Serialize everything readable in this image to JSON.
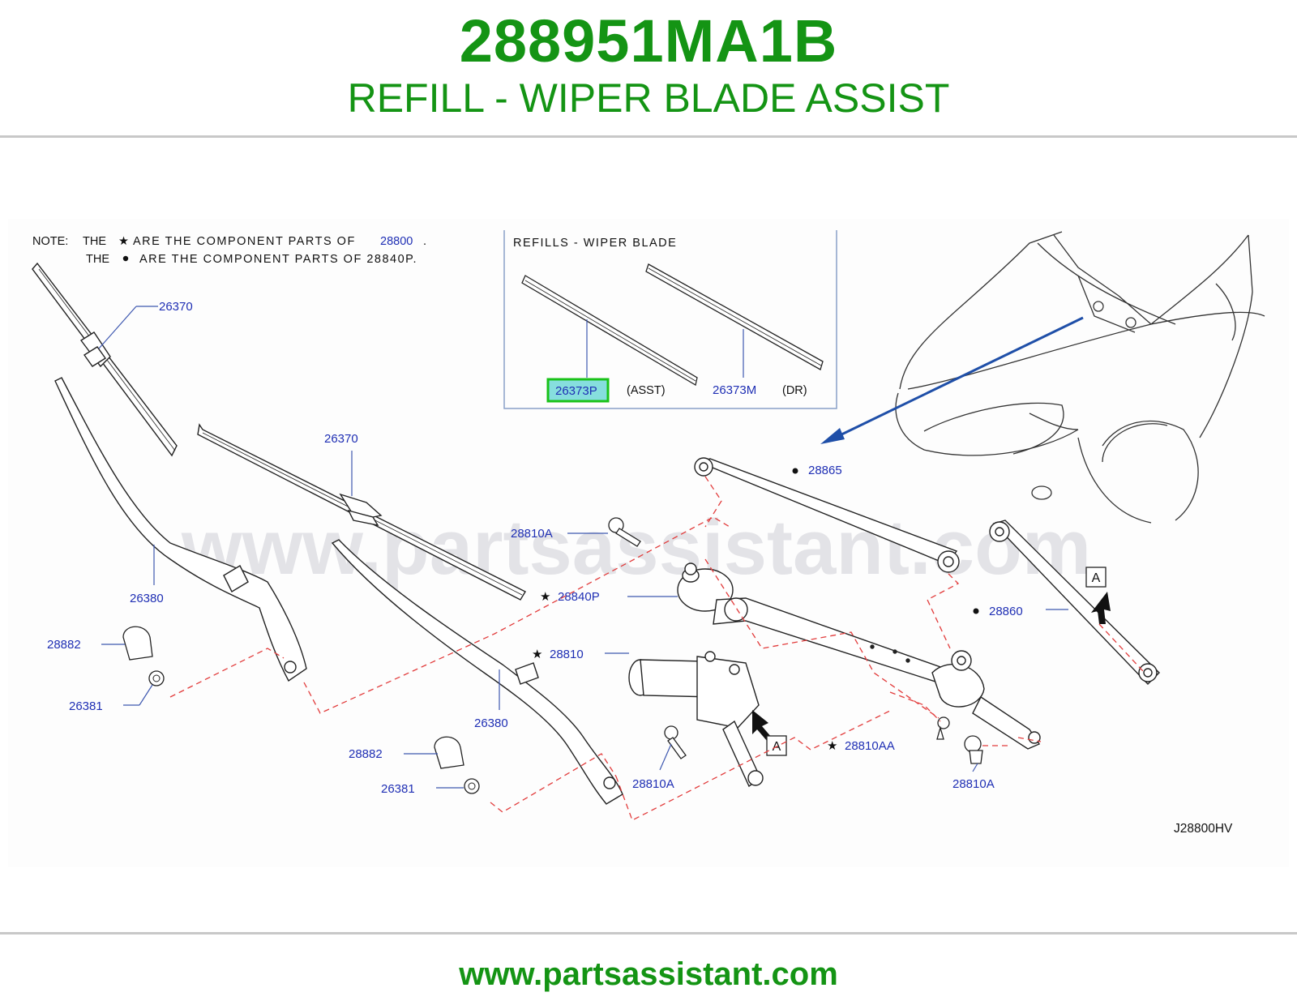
{
  "header": {
    "part_number": "288951MA1B",
    "description": "REFILL - WIPER BLADE ASSIST"
  },
  "diagram": {
    "note_line1_prefix": "NOTE:",
    "note_line1_the": "THE",
    "note_line1_text": "ARE THE COMPONENT PARTS OF",
    "note_line1_ref": "28800",
    "note_line1_end": ".",
    "note_line2_the": "THE",
    "note_line2_text": "ARE THE COMPONENT PARTS OF 28840P.",
    "inset_title": "REFILLS - WIPER BLADE",
    "inset_asst_suffix": "(ASST)",
    "inset_dr_suffix": "(DR)",
    "highlighted_part": "26373P",
    "watermark": "www.partsassistant.com",
    "drawing_code": "J28800HV",
    "callout_box": "A",
    "labels": {
      "p26370_top": "26370",
      "p26370_mid": "26370",
      "p26373P": "26373P",
      "p26373M": "26373M",
      "p28865": "28865",
      "p28810A_top": "28810A",
      "p28840P": "28840P",
      "p28860": "28860",
      "p26380_left": "26380",
      "p26380_mid": "26380",
      "p28882_left": "28882",
      "p28882_mid": "28882",
      "p26381_left": "26381",
      "p26381_mid": "26381",
      "p28810": "28810",
      "p28810AA": "28810AA",
      "p28810A_bl": "28810A",
      "p28810A_br": "28810A"
    }
  },
  "footer": {
    "url": "www.partsassistant.com"
  },
  "colors": {
    "brand_green": "#149414",
    "label_blue": "#1f2fb4",
    "highlight_green": "#19c219",
    "highlight_fill": "#86dede",
    "dashed_red": "#e23c3c"
  }
}
